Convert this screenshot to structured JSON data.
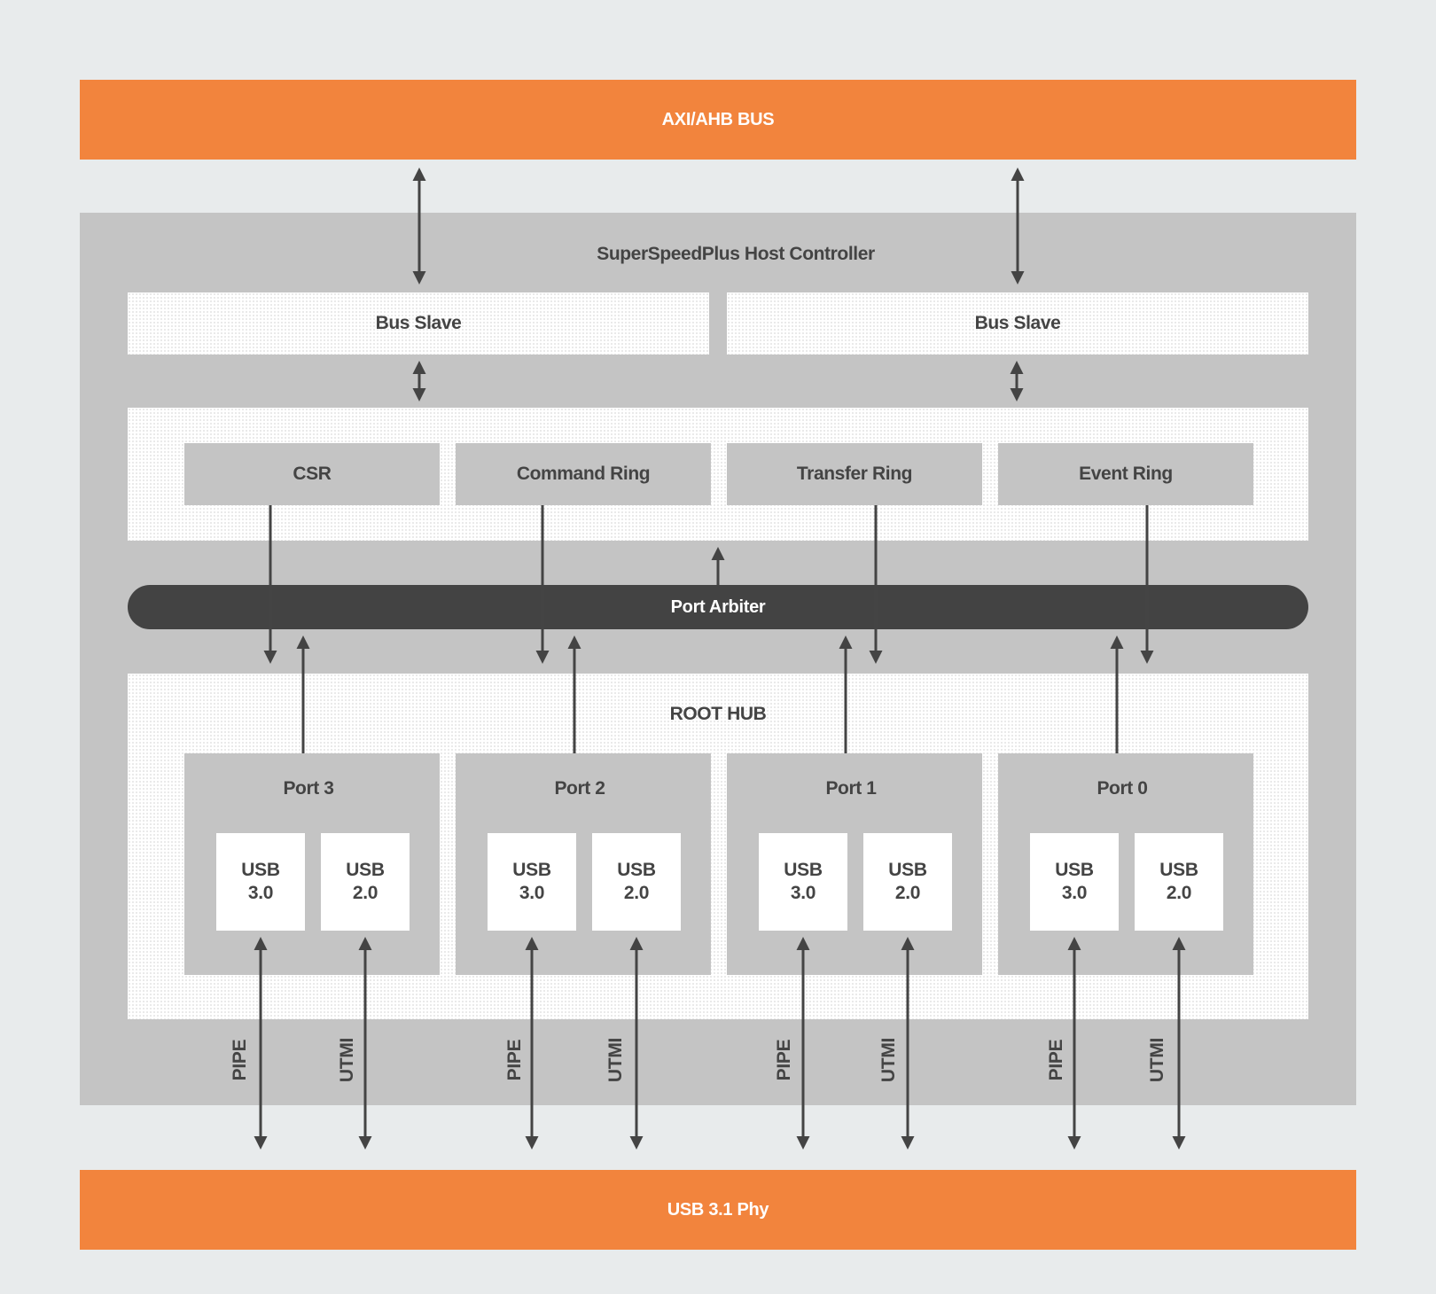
{
  "buses": {
    "top": "AXI/AHB BUS",
    "bottom": "USB 3.1 Phy"
  },
  "controller": {
    "title": "SuperSpeedPlus Host Controller",
    "bus_slaves": [
      "Bus Slave",
      "Bus Slave"
    ],
    "blocks": [
      "CSR",
      "Command Ring",
      "Transfer Ring",
      "Event Ring"
    ],
    "arbiter": "Port Arbiter",
    "root_hub": {
      "title": "ROOT HUB",
      "ports": [
        {
          "name": "Port 3",
          "usb30": [
            "USB",
            "3.0"
          ],
          "usb20": [
            "USB",
            "2.0"
          ]
        },
        {
          "name": "Port 2",
          "usb30": [
            "USB",
            "3.0"
          ],
          "usb20": [
            "USB",
            "2.0"
          ]
        },
        {
          "name": "Port 1",
          "usb30": [
            "USB",
            "3.0"
          ],
          "usb20": [
            "USB",
            "2.0"
          ]
        },
        {
          "name": "Port 0",
          "usb30": [
            "USB",
            "3.0"
          ],
          "usb20": [
            "USB",
            "2.0"
          ]
        }
      ]
    },
    "interfaces": {
      "pipe": "PIPE",
      "utmi": "UTMI"
    }
  },
  "colors": {
    "background": "#e8ebec",
    "bus": "#f2843d",
    "controller": "#c4c4c4",
    "arbiter": "#434343",
    "text": "#444444",
    "arrow": "#444444"
  }
}
